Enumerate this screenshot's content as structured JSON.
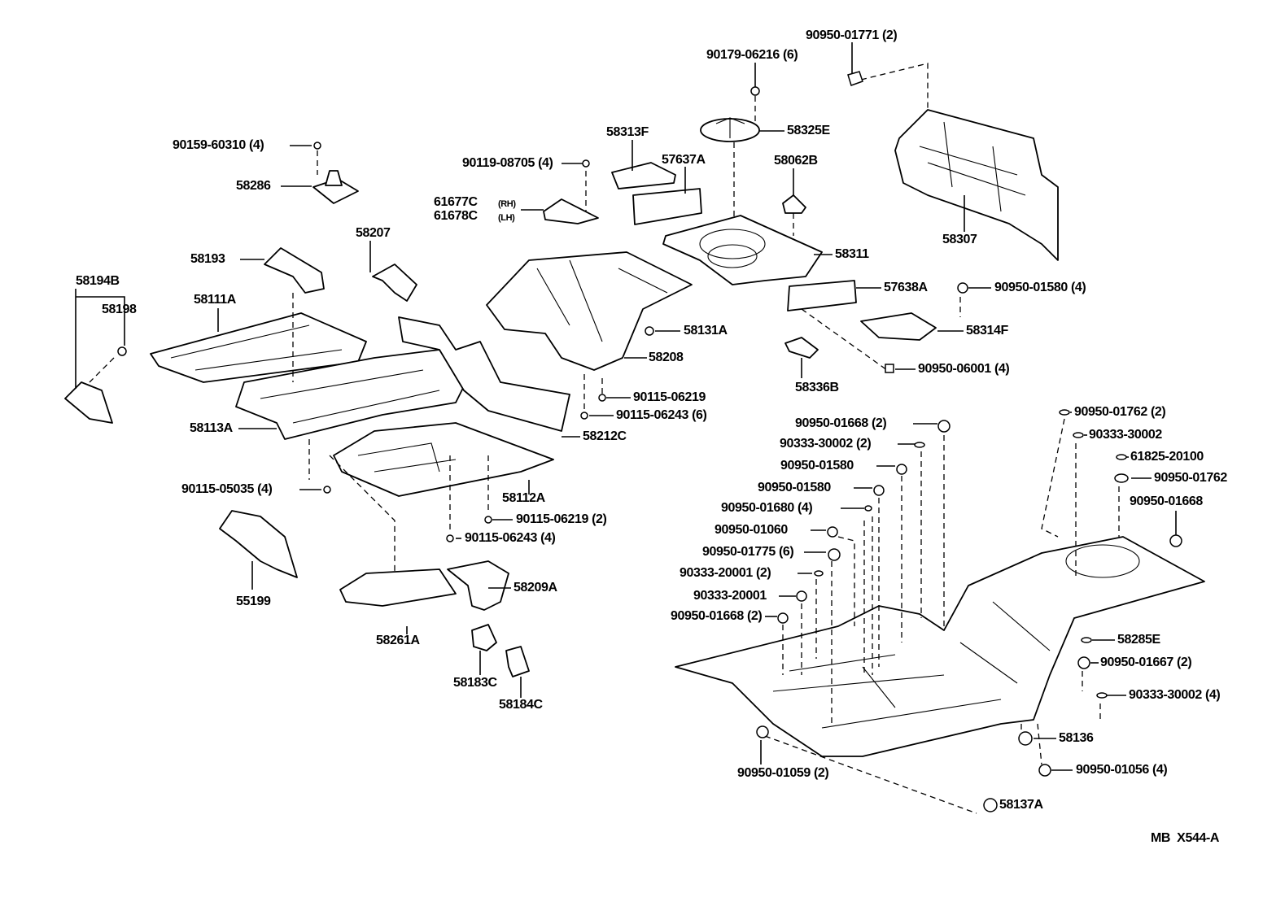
{
  "labels": [
    "90950-01771 (2)",
    "90179-06216 (6)",
    "58325E",
    "90159-60310 (4)",
    "58313F",
    "90119-08705 (4)",
    "57637A",
    "58062B",
    "58286",
    "61677C",
    "61678C",
    "58207",
    "58307",
    "58193",
    "58311",
    "58194B",
    "57638A",
    "90950-01580 (4)",
    "58198",
    "58111A",
    "58131A",
    "58314F",
    "58208",
    "90950-06001 (4)",
    "58336B",
    "90115-06219",
    "90115-06243 (6)",
    "90950-01668 (2)",
    "90950-01762 (2)",
    "58113A",
    "58212C",
    "90333-30002 (2)",
    "90333-30002",
    "61825-20100",
    "90950-01580",
    "90950-01762",
    "90115-05035 (4)",
    "90950-01580",
    "58112A",
    "90950-01668",
    "90950-01680 (4)",
    "90115-06219 (2)",
    "90950-01060",
    "90115-06243 (4)",
    "90950-01775 (6)",
    "90333-20001 (2)",
    "58209A",
    "90333-20001",
    "55199",
    "90950-01668 (2)",
    "58285E",
    "58261A",
    "90950-01667 (2)",
    "58183C",
    "90333-30002 (4)",
    "58184C",
    "58136",
    "90950-01056 (4)",
    "90950-01059 (2)",
    "58137A"
  ],
  "side_notes": {
    "rh": "(RH)",
    "lh": "(LH)"
  },
  "diagram_code": "MB  X544-A"
}
